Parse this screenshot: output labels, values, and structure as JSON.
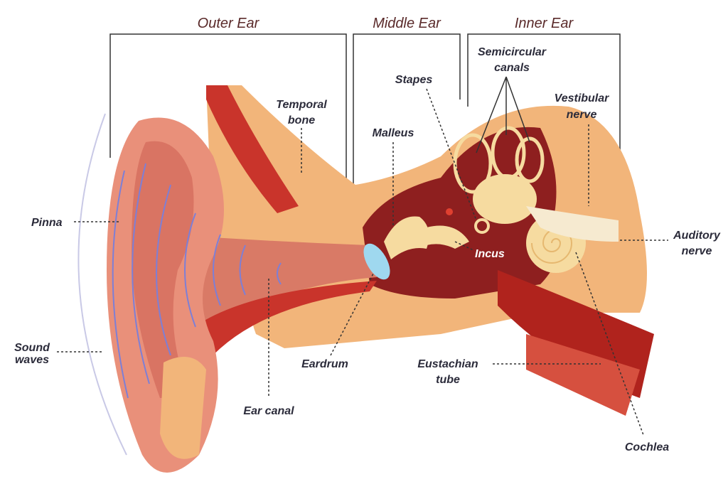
{
  "sections": {
    "outer": "Outer Ear",
    "middle": "Middle Ear",
    "inner": "Inner Ear"
  },
  "labels": {
    "semicircular_1": "Semicircular",
    "semicircular_2": "canals",
    "stapes": "Stapes",
    "temporal_1": "Temporal",
    "temporal_2": "bone",
    "malleus": "Malleus",
    "vestibular_1": "Vestibular",
    "vestibular_2": "nerve",
    "pinna": "Pinna",
    "auditory_1": "Auditory",
    "auditory_2": "nerve",
    "incus": "Incus",
    "sound_1": "Sound",
    "sound_2": "waves",
    "eardrum": "Eardrum",
    "eustachian_1": "Eustachian",
    "eustachian_2": "tube",
    "ear_canal": "Ear canal",
    "cochlea": "Cochlea"
  },
  "colors": {
    "skin": "#e9907a",
    "bone": "#f2b57a",
    "cavity": "#8e1f1f",
    "muscle": "#c9342b",
    "ossicle": "#f6dba0",
    "eardrum": "#9fd8ef",
    "wave": "#7d7fd6"
  }
}
